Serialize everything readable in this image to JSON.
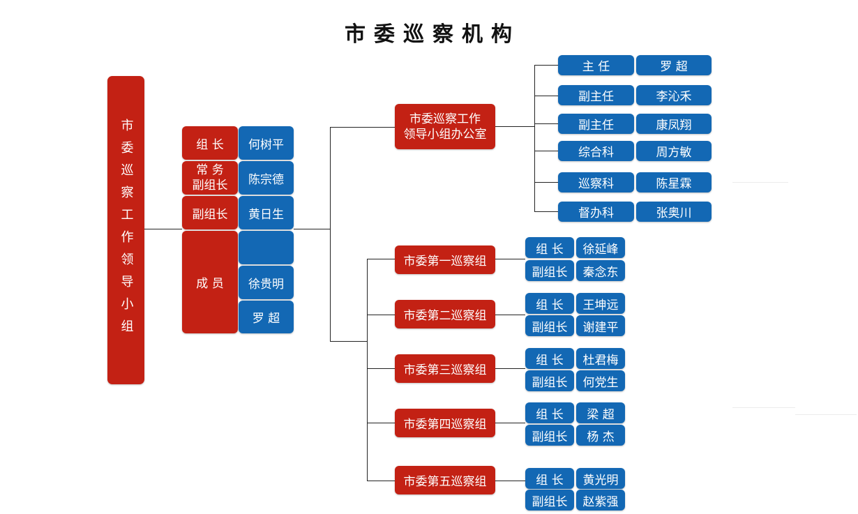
{
  "title": "市委巡察机构",
  "leader_group": {
    "name": "市委巡察工作领导小组",
    "rows": [
      {
        "role": "组 长",
        "names": [
          "何树平"
        ]
      },
      {
        "role_lines": [
          "常 务",
          "副组长"
        ],
        "names": [
          "陈宗德"
        ]
      },
      {
        "role": "副组长",
        "names": [
          "黄日生"
        ]
      },
      {
        "role": "成 员",
        "names": [
          "",
          "徐贵明",
          "罗 超"
        ]
      }
    ]
  },
  "office": {
    "name_lines": [
      "市委巡察工作",
      "领导小组办公室"
    ],
    "staff": [
      {
        "role": "主 任",
        "name": "罗 超"
      },
      {
        "role": "副主任",
        "name": "李沁禾"
      },
      {
        "role": "副主任",
        "name": "康凤翔"
      },
      {
        "role": "综合科",
        "name": "周方敏"
      },
      {
        "role": "巡察科",
        "name": "陈星霖"
      },
      {
        "role": "督办科",
        "name": "张奥川"
      }
    ]
  },
  "inspection_groups": [
    {
      "name": "市委第一巡察组",
      "leader_role": "组 长",
      "leader": "徐延峰",
      "deputy_role": "副组长",
      "deputy": "秦念东"
    },
    {
      "name": "市委第二巡察组",
      "leader_role": "组 长",
      "leader": "王坤远",
      "deputy_role": "副组长",
      "deputy": "谢建平"
    },
    {
      "name": "市委第三巡察组",
      "leader_role": "组 长",
      "leader": "杜君梅",
      "deputy_role": "副组长",
      "deputy": "何党生"
    },
    {
      "name": "市委第四巡察组",
      "leader_role": "组 长",
      "leader": "梁 超",
      "deputy_role": "副组长",
      "deputy": "杨 杰"
    },
    {
      "name": "市委第五巡察组",
      "leader_role": "组 长",
      "leader": "黄光明",
      "deputy_role": "副组长",
      "deputy": "赵紫强"
    }
  ],
  "colors": {
    "red": "#c32114",
    "blue": "#1368b4"
  }
}
